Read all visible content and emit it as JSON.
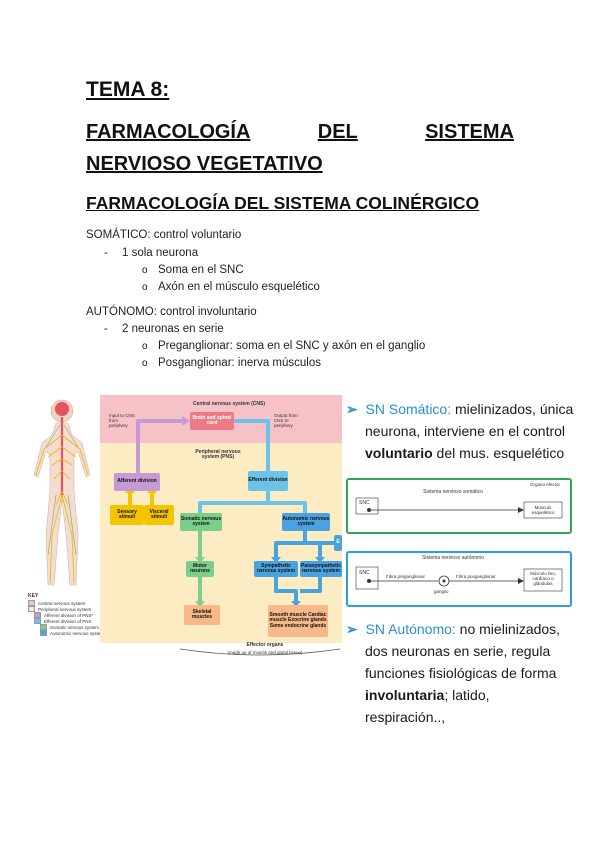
{
  "title": "TEMA 8:",
  "heading2": {
    "line1_words": [
      "FARMACOLOGÍA",
      "DEL",
      "SISTEMA"
    ],
    "line2": "NERVIOSO VEGETATIVO"
  },
  "heading3": "FARMACOLOGÍA DEL SISTEMA COLINÉRGICO",
  "somatico": {
    "label": "SOMÁTICO: control voluntario",
    "dash": "1 sola neurona",
    "items": [
      "Soma en el SNC",
      "Axón en el músculo esquelético"
    ]
  },
  "autonomo": {
    "label": "AUTÓNOMO: control involuntario",
    "dash": "2 neuronas en serie",
    "items": [
      "Preganglionar: soma en el SNC y axón en el ganglio",
      "Posganglionar: inerva músculos"
    ]
  },
  "bullet_marks": {
    "dash": "-",
    "circle": "o"
  },
  "figure": {
    "cns_title": "Central nervous system (CNS)",
    "brain": "Brain and spinal cord",
    "input": "Input to CNS from periphery",
    "output": "Output from CNS to periphery",
    "pns_title": "Peripheral nervous system (PNS)",
    "afferent": "Afferent division",
    "efferent": "Efferent division",
    "sensory": "Sensory stimuli",
    "visceral": "Visceral stimuli",
    "somatic": "Somatic nervous system",
    "autonomic": "Autonomic nervous system",
    "motor": "Motor neurons",
    "sympathetic": "Sympathetic nervous system",
    "parasympathetic": "Parasympathetic nervous system",
    "skeletal": "Skeletal muscles",
    "smooth": "Smooth muscle Cardiac muscle Exocrine glands Some endocrine glands",
    "effector": "Effector organs",
    "effector_sub": "(made up of muscle and gland tissue)",
    "enteric_tab": "E"
  },
  "key": {
    "title": "KEY",
    "rows": [
      {
        "label": "Central nervous system",
        "color": "#f6c2c8"
      },
      {
        "label": "Peripheral nervous system",
        "color": "#fcecc4"
      },
      {
        "label": "Afferent division of PNS*",
        "color": "#c79ad6"
      },
      {
        "label": "Efferent division of PNS",
        "color": "#6cc3e8"
      },
      {
        "label": "Somatic nervous system",
        "color": "#7ccf8a"
      },
      {
        "label": "Autonomic nervous system",
        "color": "#4aa3df"
      }
    ]
  },
  "right": {
    "somatic_lead": "SN Somático:",
    "somatic_line1_rest": " mielinizados, única",
    "somatic_line2": "neurona, interviene en el control",
    "somatic_bold": "voluntario",
    "somatic_line3_rest": " del mus. esquelético",
    "auto_lead": "SN Autónomo:",
    "auto_line1_rest": " no mielinizados,",
    "auto_line2": "dos neuronas en serie, regula",
    "auto_line3": "funciones fisiológicas de  forma",
    "auto_bold": "involuntaria",
    "auto_line4_rest": "; latido,",
    "auto_line5": "respiración..,",
    "arrow": "➢"
  },
  "panel_somatic": {
    "title": "Sistema nervioso somático",
    "organ": "Órgano efector",
    "snc": "SNC",
    "target": "Músculo esquelético"
  },
  "panel_auto": {
    "title": "Sistema nervioso autónomo",
    "snc": "SNC",
    "pre": "Fibra preganglionar",
    "post": "Fibra posganglionar",
    "ganglio": "ganglio",
    "target": "Músculo liso, cardíaco o glándulas"
  },
  "colors": {
    "afferent": "#c79ad6",
    "efferent": "#6cc3e8",
    "somatic": "#7ccf8a",
    "autonomic": "#4aa3df",
    "effector": "#f7b98a",
    "brain": "#ec7b86",
    "green_panel": "#2fa84f",
    "blue_panel": "#2b9fd8"
  }
}
